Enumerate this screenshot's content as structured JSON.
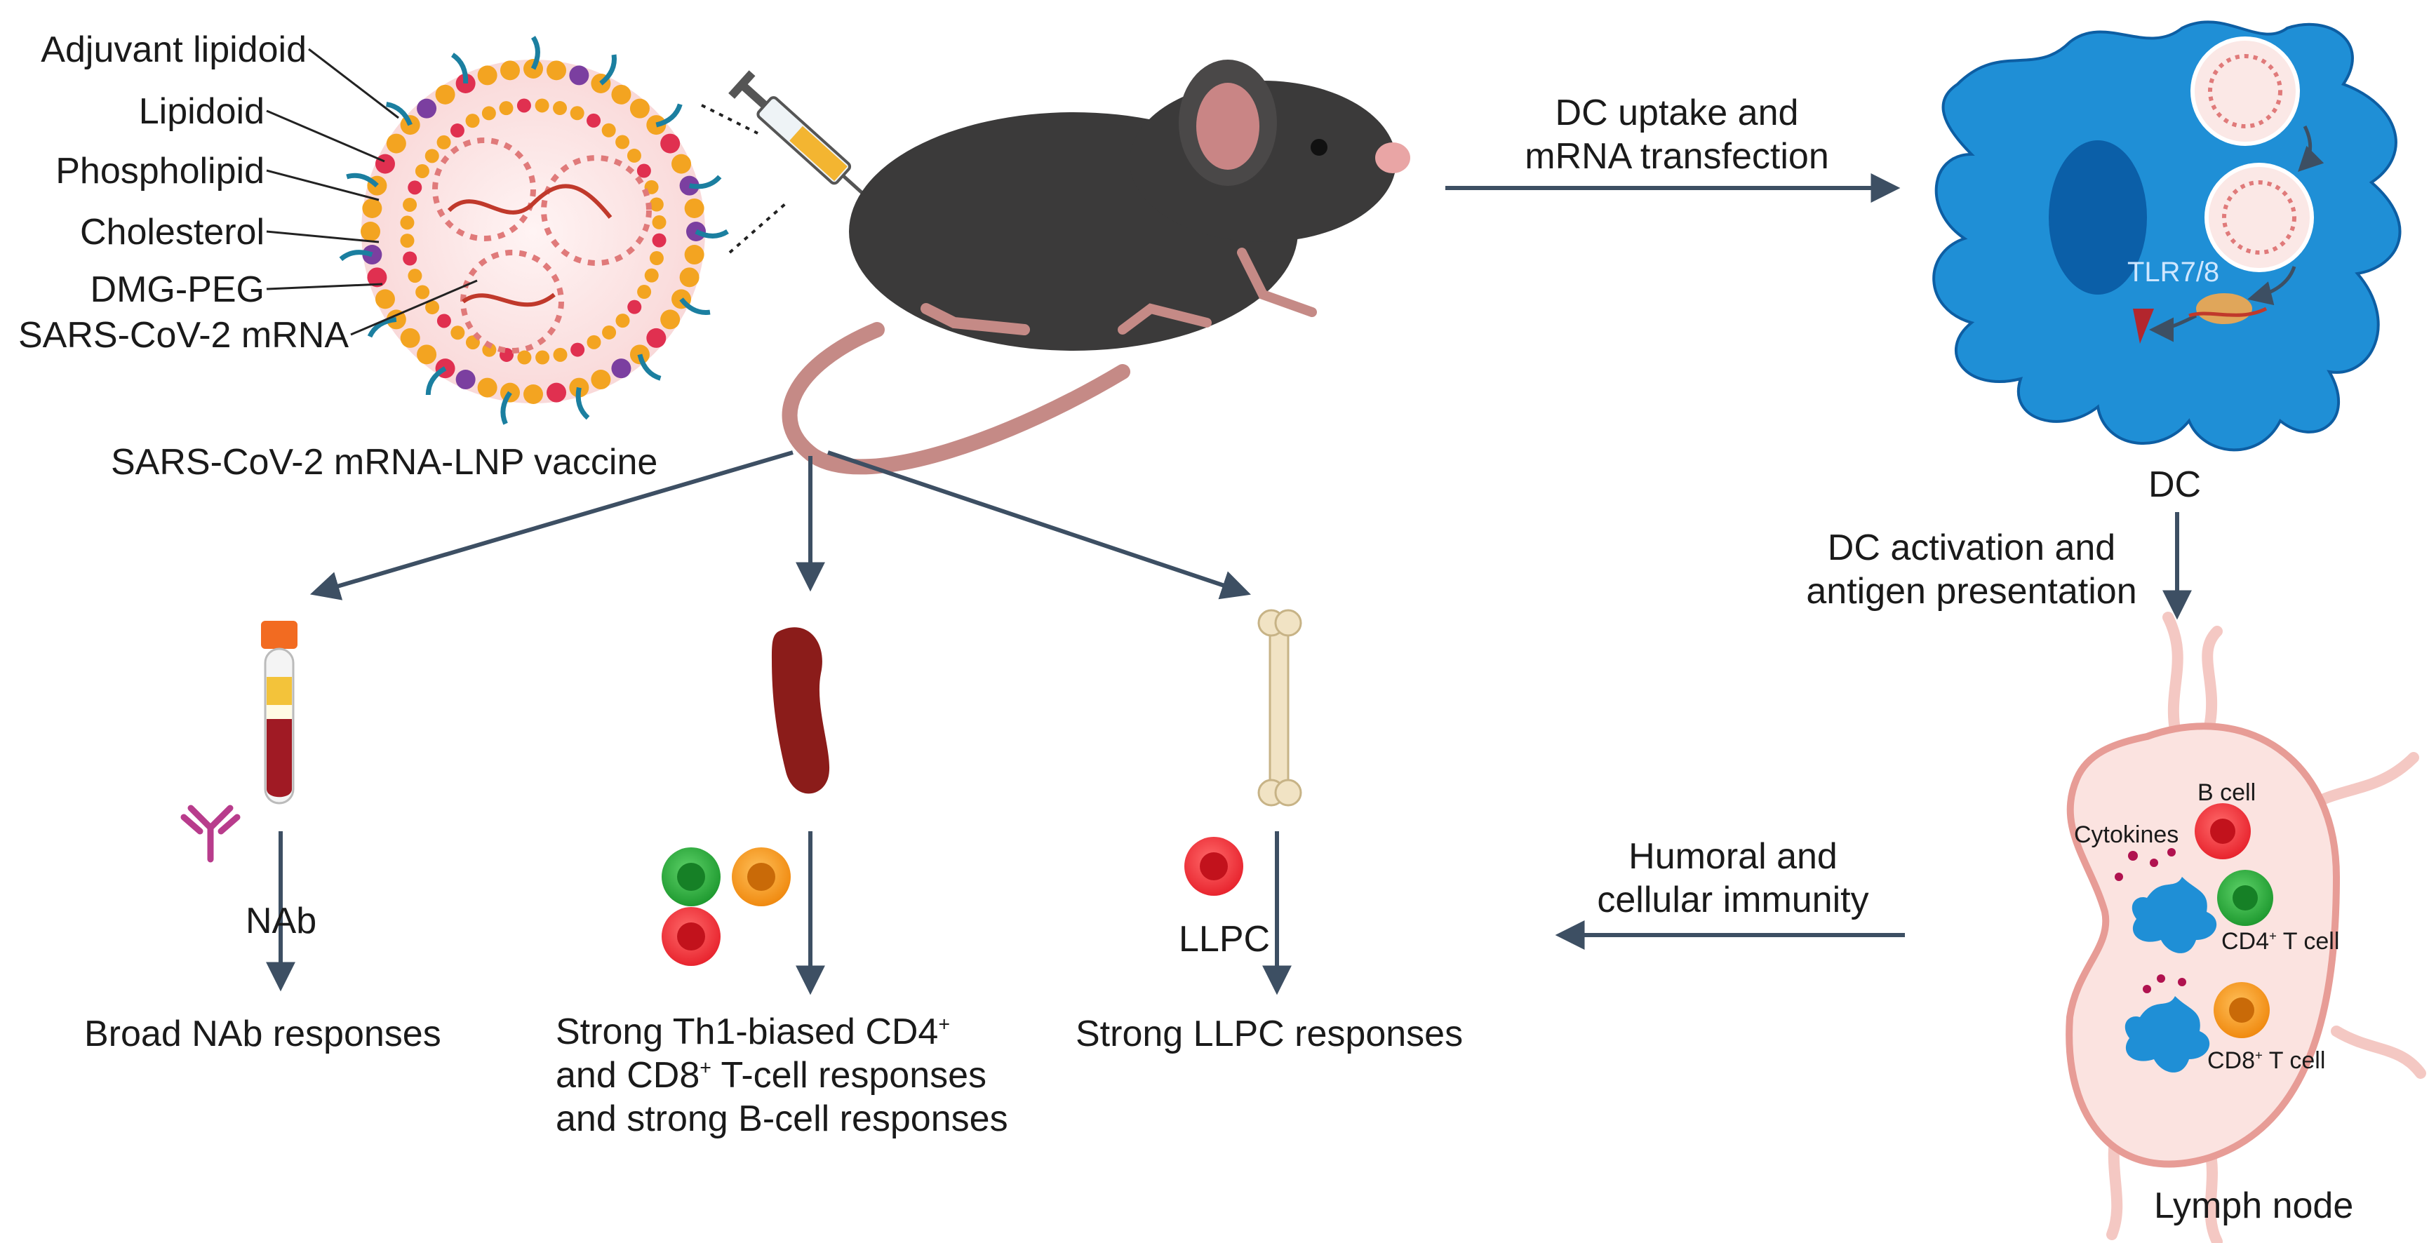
{
  "lnp": {
    "components": [
      {
        "label": "Adjuvant lipidoid"
      },
      {
        "label": "Lipidoid"
      },
      {
        "label": "Phospholipid"
      },
      {
        "label": "Cholesterol"
      },
      {
        "label": "DMG-PEG"
      },
      {
        "label": "SARS-CoV-2 mRNA"
      }
    ],
    "caption": "SARS-CoV-2 mRNA-LNP vaccine"
  },
  "steps": {
    "uptake_line1": "DC uptake and",
    "uptake_line2": "mRNA transfection",
    "dc_label": "DC",
    "tlr_label": "TLR7/8",
    "activation_line1": "DC activation and",
    "activation_line2": "antigen presentation",
    "immunity_line1": "Humoral and",
    "immunity_line2": "cellular immunity"
  },
  "lymph_node": {
    "title": "Lymph node",
    "b_cell": "B cell",
    "cytokines": "Cytokines",
    "cd4": "CD4",
    "cd8": "CD8",
    "sup": "+",
    "t_cell": " T cell"
  },
  "outcomes": {
    "nab_label": "NAb",
    "nab_result": "Broad NAb responses",
    "spleen_line1_a": "Strong Th1-biased CD4",
    "spleen_line2_a": "and CD8",
    "spleen_line2_b": " T-cell responses",
    "spleen_line3": "and strong B-cell responses",
    "sup": "+",
    "llpc_label": "LLPC",
    "llpc_result": "Strong LLPC responses"
  },
  "colors": {
    "arrow": "#3d4f63",
    "dc_blue": "#1f8fd6",
    "lymph_pink": "#f4c8c3",
    "mouse": "#3b3a3a",
    "green_cell": "#2aa43a",
    "orange_cell": "#f39a1a",
    "red_cell": "#e8242e"
  }
}
